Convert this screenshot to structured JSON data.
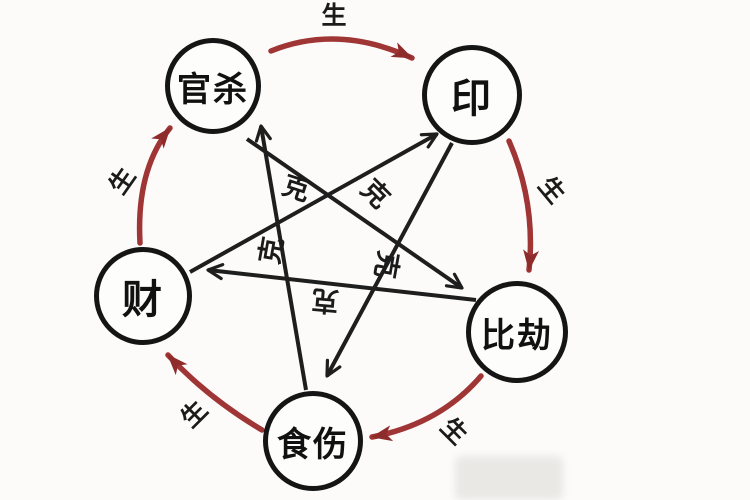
{
  "diagram": {
    "title": "ten-gods-five-element-cycle",
    "nodes": [
      {
        "id": "guansha",
        "label": "官杀"
      },
      {
        "id": "yin",
        "label": "印"
      },
      {
        "id": "bijie",
        "label": "比劫"
      },
      {
        "id": "shishang",
        "label": "食伤"
      },
      {
        "id": "cai",
        "label": "财"
      }
    ],
    "generate_label": "生",
    "overcome_label": "克",
    "generate_cycle": [
      {
        "from": "官杀",
        "to": "印"
      },
      {
        "from": "印",
        "to": "比劫"
      },
      {
        "from": "比劫",
        "to": "食伤"
      },
      {
        "from": "食伤",
        "to": "财"
      },
      {
        "from": "财",
        "to": "官杀"
      }
    ],
    "overcome_cycle": [
      {
        "from": "官杀",
        "to": "比劫"
      },
      {
        "from": "比劫",
        "to": "财"
      },
      {
        "from": "财",
        "to": "印"
      },
      {
        "from": "印",
        "to": "食伤"
      },
      {
        "from": "食伤",
        "to": "官杀"
      }
    ],
    "colors": {
      "generate_arrow": "#9f3535",
      "generate_arrowhead": "#8e2b2b",
      "overcome_arrow": "#1e1e1e",
      "node_border": "#151515",
      "background": "#fcfbfa"
    }
  }
}
